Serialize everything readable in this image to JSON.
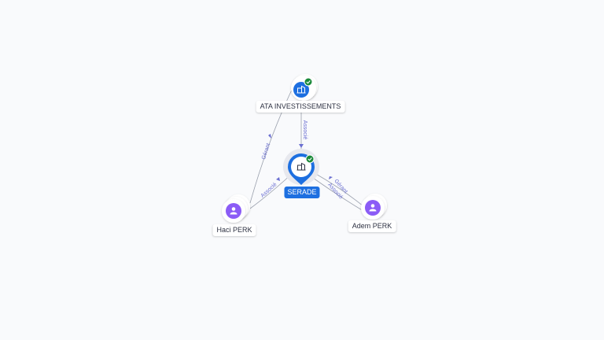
{
  "colors": {
    "company": "#1d6fe0",
    "person": "#8b5cf6",
    "verified": "#1b8a3a",
    "edge": "#9aa0ad",
    "edge_label": "#6b6fd1"
  },
  "nodes": {
    "ata": {
      "label": "ATA INVESTISSEMENTS",
      "icon": "company-icon",
      "verified": true
    },
    "serade": {
      "label": "SERADE",
      "icon": "company-icon",
      "verified": true
    },
    "haci": {
      "label": "Haci PERK",
      "icon": "person-icon"
    },
    "adem": {
      "label": "Adem PERK",
      "icon": "person-icon"
    }
  },
  "edges": {
    "ata_serade": "Associé",
    "haci_ata": "Gérant",
    "haci_serade": "Associé",
    "adem_serade_1": "Gérant",
    "adem_serade_2": "Associé"
  }
}
